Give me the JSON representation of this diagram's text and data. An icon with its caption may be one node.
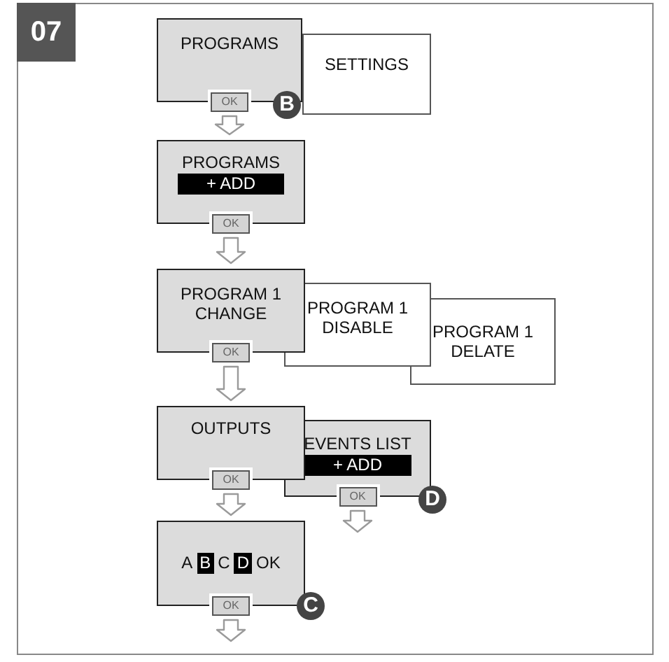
{
  "diagram": {
    "nodes": [
      {
        "text": [
          "PROGRAMS",
          "OK"
        ]
      },
      {
        "text": [
          "SETTINGS"
        ]
      },
      {
        "text": [
          "PROGRAMS",
          "+ ADD",
          "OK"
        ]
      },
      {
        "text": [
          "PROGRAM 1 CHANGE",
          "OK"
        ]
      },
      {
        "text": [
          "PROGRAM 1 DISABLE"
        ]
      },
      {
        "text": [
          "PROGRAM 1 DELATE"
        ]
      },
      {
        "text": [
          "OUTPUTS",
          "OK"
        ]
      },
      {
        "text": [
          "EVENTS LIST",
          "+ ADD",
          "OK"
        ]
      },
      {
        "text": [
          "A",
          "B",
          "C",
          "D",
          "OK",
          "OK"
        ]
      }
    ],
    "edges": [
      {
        "from": 0,
        "to": 2,
        "arrow": "to"
      },
      {
        "from": 2,
        "to": 3,
        "arrow": "to"
      },
      {
        "from": 3,
        "to": 6,
        "arrow": "to"
      },
      {
        "from": 6,
        "to": 8,
        "arrow": "to"
      },
      {
        "from": 7,
        "to": null,
        "arrow": "to"
      },
      {
        "from": 8,
        "to": null,
        "arrow": "to"
      }
    ],
    "labels": [
      "07",
      "B",
      "D",
      "C"
    ]
  }
}
